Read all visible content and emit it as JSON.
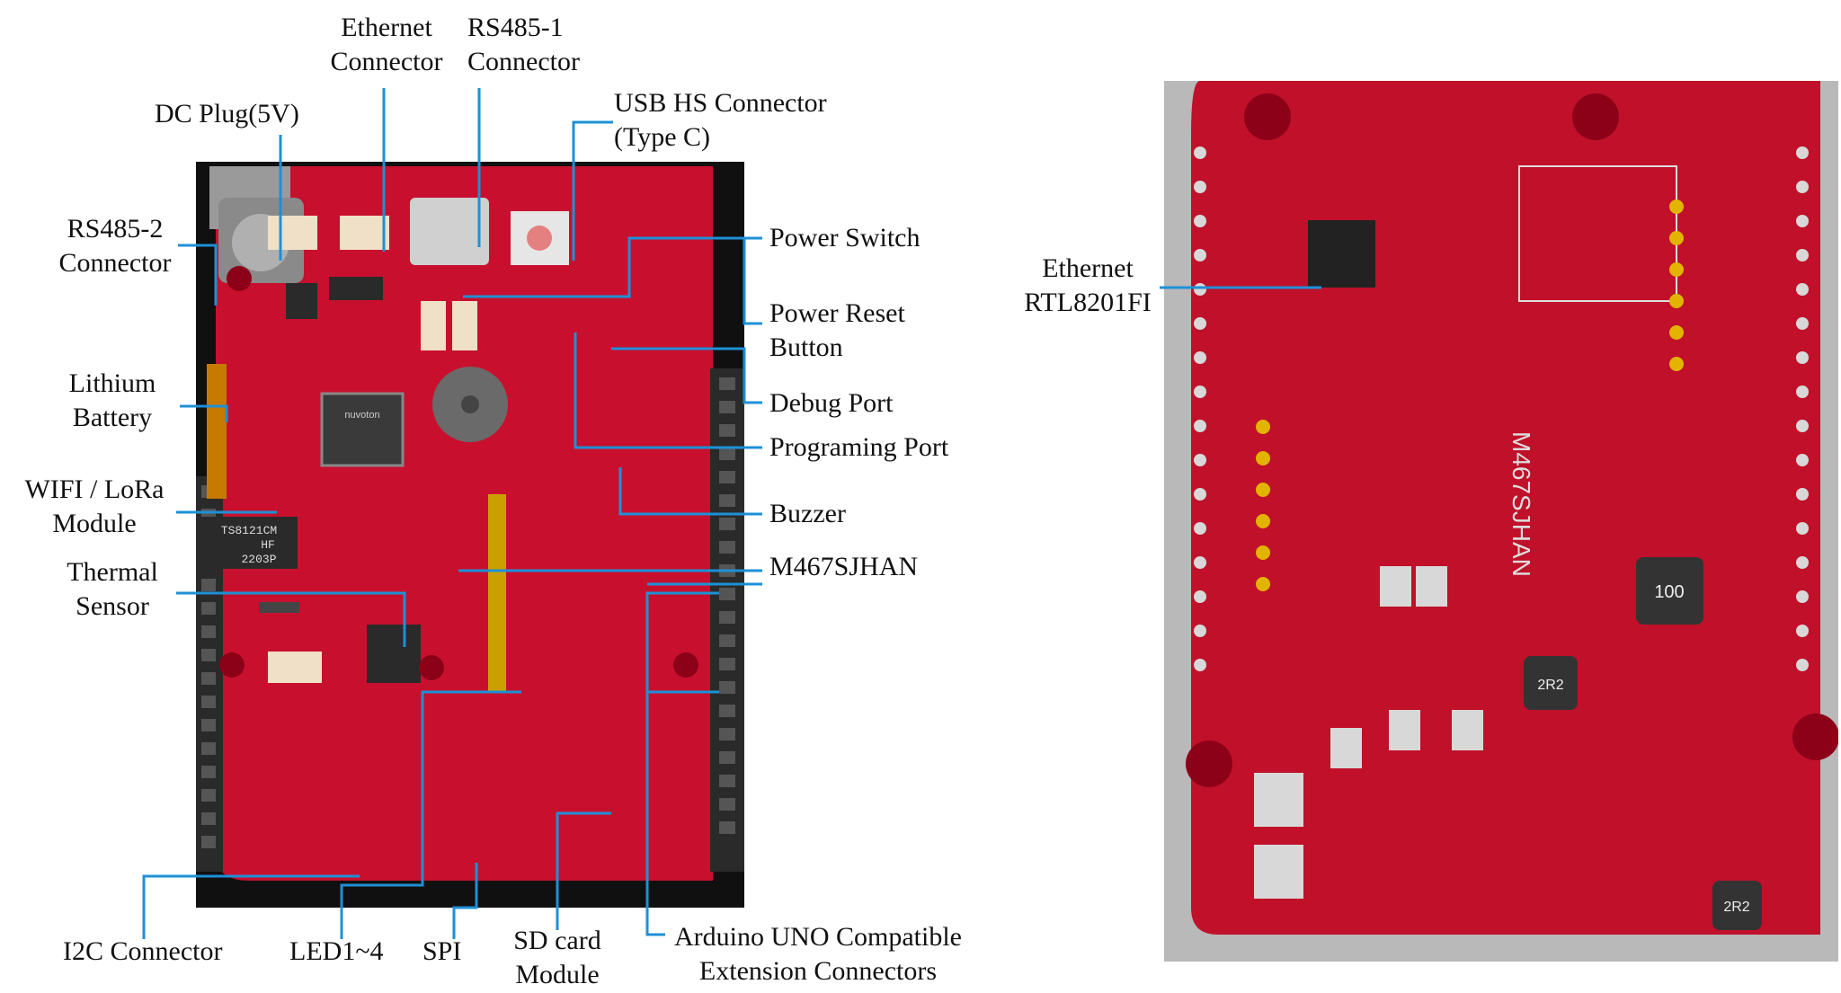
{
  "front_labels": {
    "ethernet_connector": [
      "Ethernet",
      "Connector"
    ],
    "rs485_1_connector": [
      "RS485-1",
      "Connector"
    ],
    "usb_hs_connector": [
      "USB HS Connector",
      "(Type C)"
    ],
    "dc_plug": "DC Plug(5V)",
    "rs485_2_connector": [
      "RS485-2",
      "Connector"
    ],
    "lithium_battery": [
      "Lithium",
      "Battery"
    ],
    "wifi_lora_module": [
      "WIFI / LoRa",
      "Module"
    ],
    "thermal_sensor": [
      "Thermal",
      "Sensor"
    ],
    "power_switch": "Power Switch",
    "power_reset_button": [
      "Power Reset",
      "Button"
    ],
    "debug_port": "Debug Port",
    "programing_port": "Programing Port",
    "buzzer": "Buzzer",
    "m467sjhan": "M467SJHAN",
    "i2c_connector": "I2C Connector",
    "led1_4": "LED1~4",
    "spi": "SPI",
    "sd_card_module": [
      "SD card",
      "Module"
    ],
    "arduino_uno": [
      "Arduino UNO Compatible",
      "Extension Connectors"
    ]
  },
  "back_labels": {
    "ethernet_rtl8201fi": [
      "Ethernet",
      "RTL8201FI"
    ]
  },
  "chip_markings": {
    "mcu_brand": "nuvoton",
    "rs485_chip": [
      "TS8121CM",
      "HF",
      "2203P"
    ],
    "back_mcu_silkscreen": "M467SJHAN",
    "inductor_1": "100",
    "inductor_2": "2R2",
    "inductor_3": "2R2"
  },
  "colors": {
    "pcb_red": "#c8102e",
    "pcb_dark_red": "#9c0a1e",
    "leader_line": "#1e90d6",
    "back_bg": "#b9b9b9"
  }
}
